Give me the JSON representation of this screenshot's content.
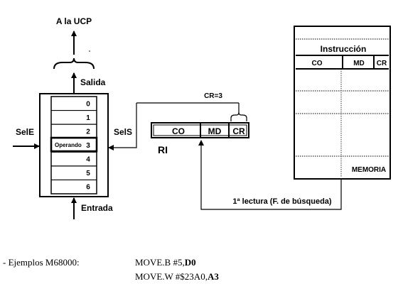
{
  "cpu_label": "A la UCP",
  "salida_label": "Salida",
  "entrada_label": "Entrada",
  "sele_label": "SelE",
  "sels_label": "SelS",
  "register_rows": [
    "0",
    "1",
    "2",
    "3",
    "4",
    "5",
    "6"
  ],
  "operando_label": "Operando",
  "ri_label": "RI",
  "ri_fields": [
    "CO",
    "MD",
    "CR"
  ],
  "cr_label": "CR=3",
  "memory": {
    "title": "Instrucción",
    "fields": [
      "CO",
      "MD",
      "CR"
    ],
    "footer": "MEMORIA"
  },
  "fetch_label": "1ª lectura (F. de búsqueda)",
  "examples": {
    "heading": "- Ejemplos M68000:",
    "lines": [
      {
        "text": "MOVE.B #5,",
        "bold": "D0"
      },
      {
        "text": "MOVE.W #$23A0,",
        "bold": "A3"
      }
    ]
  }
}
